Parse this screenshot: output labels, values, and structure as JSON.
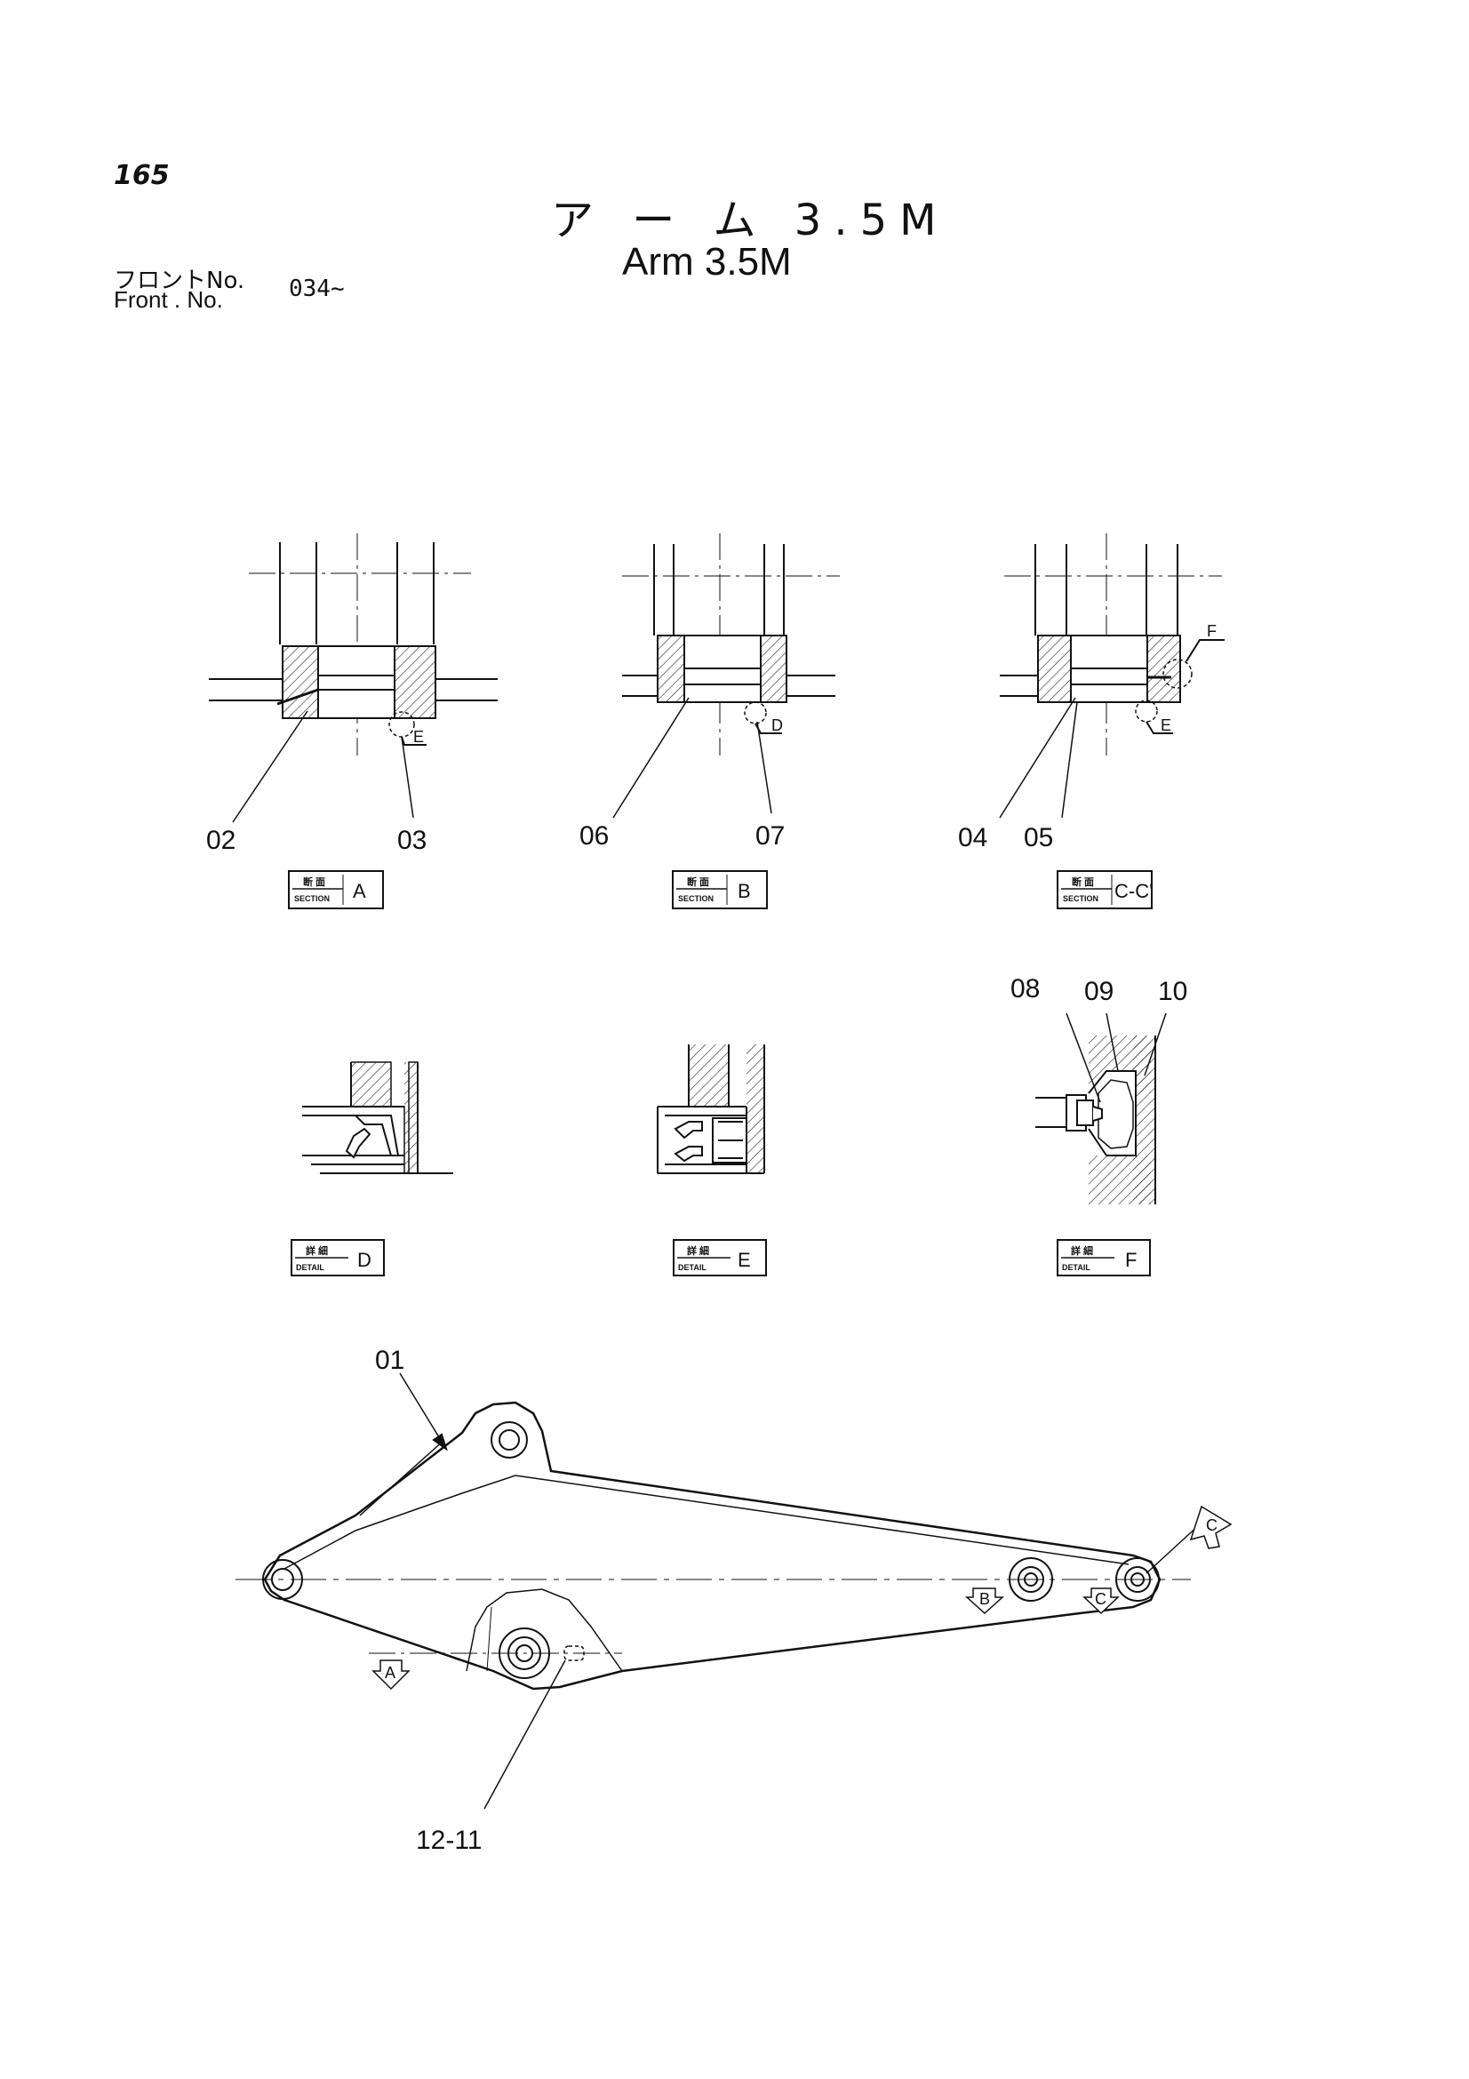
{
  "header": {
    "page_number": "165",
    "title_jp": "ア ー ム 3.5M",
    "title_en": "Arm 3.5M",
    "front_label_jp": "フロントNo.",
    "front_label_en": "Front . No.",
    "front_range": "034~"
  },
  "callouts": {
    "c01": "01",
    "c02": "02",
    "c03": "03",
    "c04": "04",
    "c05": "05",
    "c06": "06",
    "c07": "07",
    "c08": "08",
    "c09": "09",
    "c10": "10",
    "c12_11": "12-11"
  },
  "section_labels": {
    "a": {
      "kanji": "断 面",
      "small": "SECTION",
      "letter": "A"
    },
    "b": {
      "kanji": "断 面",
      "small": "SECTION",
      "letter": "B"
    },
    "cc": {
      "kanji": "断 面",
      "small": "SECTION",
      "letter": "C-C'"
    }
  },
  "detail_labels": {
    "d": {
      "kanji": "詳 細",
      "small": "DETAIL",
      "letter": "D"
    },
    "e": {
      "kanji": "詳 細",
      "small": "DETAIL",
      "letter": "E"
    },
    "f": {
      "kanji": "詳 細",
      "small": "DETAIL",
      "letter": "F"
    }
  },
  "detail_refs": {
    "e_in_a": "E",
    "d_in_b": "D",
    "e_in_c": "E",
    "f_in_c": "F"
  },
  "view_arrows": {
    "a": "A",
    "b": "B",
    "c1": "C",
    "c2": "C"
  }
}
